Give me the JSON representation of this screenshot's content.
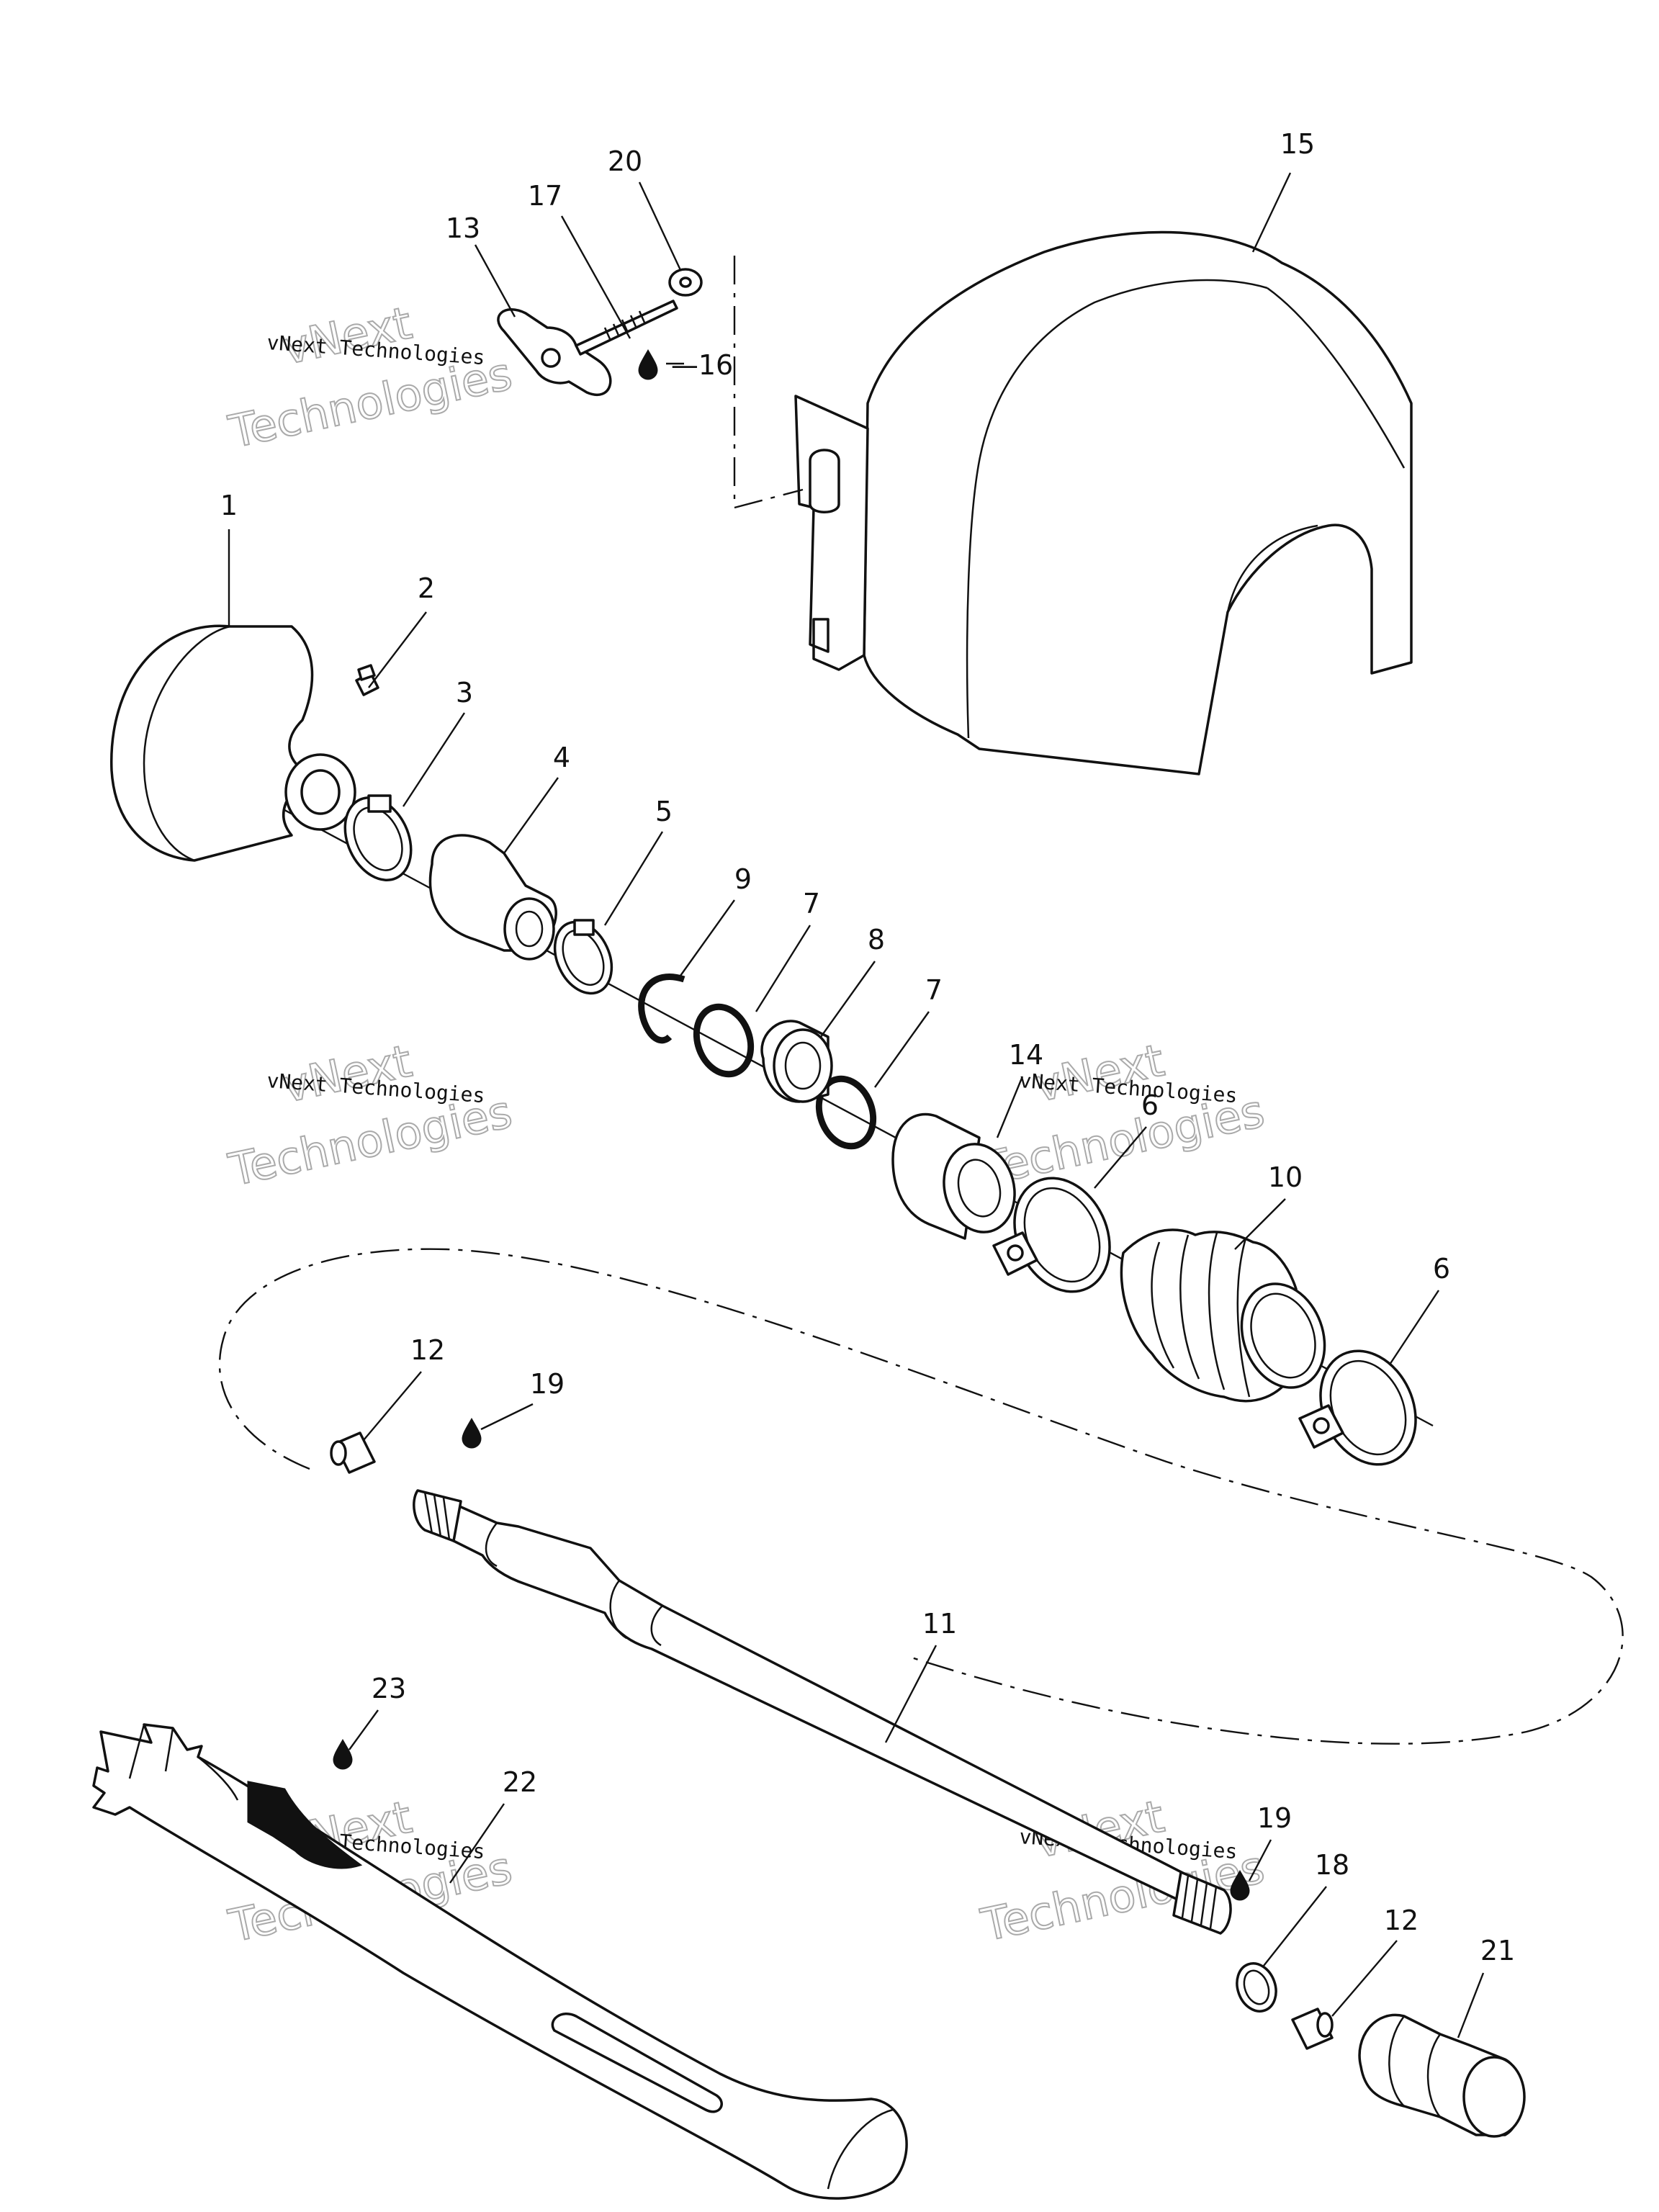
{
  "callouts": [
    {
      "id": "c1",
      "text": "1"
    },
    {
      "id": "c2",
      "text": "2"
    },
    {
      "id": "c3",
      "text": "3"
    },
    {
      "id": "c4",
      "text": "4"
    },
    {
      "id": "c5",
      "text": "5"
    },
    {
      "id": "c6a",
      "text": "6"
    },
    {
      "id": "c6b",
      "text": "6"
    },
    {
      "id": "c7a",
      "text": "7"
    },
    {
      "id": "c7b",
      "text": "7"
    },
    {
      "id": "c8",
      "text": "8"
    },
    {
      "id": "c9",
      "text": "9"
    },
    {
      "id": "c10",
      "text": "10"
    },
    {
      "id": "c11",
      "text": "11"
    },
    {
      "id": "c12a",
      "text": "12"
    },
    {
      "id": "c12b",
      "text": "12"
    },
    {
      "id": "c13",
      "text": "13"
    },
    {
      "id": "c14",
      "text": "14"
    },
    {
      "id": "c15",
      "text": "15"
    },
    {
      "id": "c16",
      "text": "16"
    },
    {
      "id": "c17",
      "text": "17"
    },
    {
      "id": "c18",
      "text": "18"
    },
    {
      "id": "c19a",
      "text": "19"
    },
    {
      "id": "c19b",
      "text": "19"
    },
    {
      "id": "c20",
      "text": "20"
    },
    {
      "id": "c21",
      "text": "21"
    },
    {
      "id": "c22",
      "text": "22"
    },
    {
      "id": "c23",
      "text": "23"
    }
  ],
  "watermark": {
    "line1": "vNext",
    "line2": "Technologies",
    "small": "vNext Technologies"
  },
  "icons": {
    "lubricant": "oil-drop-icon"
  }
}
